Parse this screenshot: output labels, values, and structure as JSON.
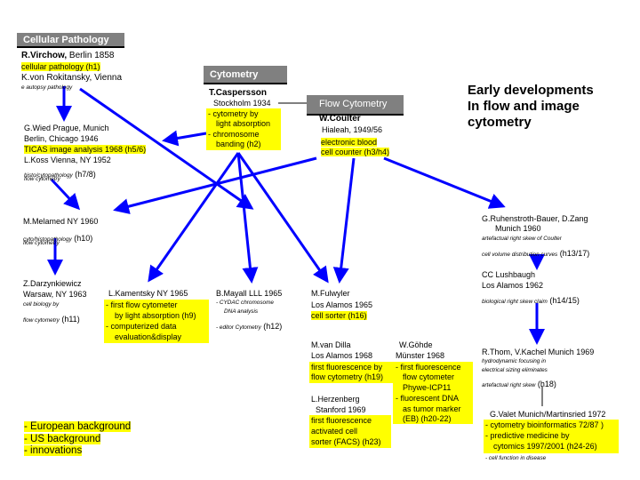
{
  "colors": {
    "arrow_blue": "#0000ff",
    "header_gray": "#808080",
    "highlight": "#ffff00"
  },
  "title": [
    "Early developments",
    "In flow and image",
    "cytometry"
  ],
  "headers": {
    "cellular_pathology": "Cellular Pathology",
    "cytometry": "Cytometry",
    "flow_cytometry": "Flow Cytometry"
  },
  "virchow": {
    "name": "R.Virchow,",
    "place": " Berlin 1858",
    "line2": "cellular pathology (h1)",
    "line3": "K.von Rokitansky, Vienna",
    "line4": "e autopsy pathology"
  },
  "caspersson": {
    "name": "T.Caspersson",
    "place": "Stockholm 1934",
    "b1": "- cytometry by",
    "b2": "light absorption",
    "b3": "- chromosome",
    "b4": "banding (h2)"
  },
  "coulter": {
    "name": "W.Coulter",
    "place": "Hialeah, 1949/56",
    "l1": "electronic blood",
    "l2": "cell counter (h3/h4)"
  },
  "wied": {
    "l1": "G.Wied Prague, Munich",
    "l2": "Berlin, Chicago 1946",
    "l3": "TICAS image analysis 1968 (h5/6)",
    "l4": "L.Koss Vienna, NY 1952",
    "l5a": "histo/cytopathology",
    "l5b": " (h7/8)",
    "l6": "flow cytometry"
  },
  "ruhenstroth": {
    "l1": "G.Ruhenstroth-Bauer, D.Zang",
    "l2": "Munich 1960",
    "l3": "artefactual right skew of Coulter",
    "l4a": "cell volume distribution curves",
    "l4b": " (h13/17)"
  },
  "melamed": {
    "l1": "M.Melamed NY 1960",
    "l2a": "cyto/histopathology",
    "l2b": " (h10)",
    "l3": "flow cytometry"
  },
  "darzynkiewicz": {
    "l1": "Z.Darzynkiewicz",
    "l2": "Warsaw, NY 1963",
    "l3": "cell biology by",
    "l4a": "flow cytometry",
    "l4b": " (h11)"
  },
  "kamentsky": {
    "l1": "L.Kamentsky NY 1965",
    "l2": "- first flow cytometer",
    "l3": "by light absorption (h9)",
    "l4": "- computerized data",
    "l5": "evaluation&display"
  },
  "mayall": {
    "l1": "B.Mayall  LLL 1965",
    "l2": "- CYDAC chromosome",
    "l3": "DNA analysis",
    "l4a": "- editor Cytometry",
    "l4b": " (h12)"
  },
  "fulwyler": {
    "l1": "M.Fulwyler",
    "l2": "Los Alamos 1965",
    "l3": "cell sorter (h16)"
  },
  "lushbaugh": {
    "l1": "CC Lushbaugh",
    "l2": "Los Alamos 1962",
    "l3a": "biological right skew claim",
    "l3b": " (h14/15)"
  },
  "dittrich": {
    "l1": "M.van Dilla",
    "l2": "Los Alamos 1968",
    "l3": "first fluorescence by",
    "l4": "flow cytometry (h19)"
  },
  "goehde": {
    "l1": "W.Göhde",
    "l2": "Münster 1968",
    "l3": "- first fluorescence",
    "l4": "flow cytometer",
    "l5": "Phywe-ICP11",
    "l6": "- fluorescent DNA",
    "l7": "as tumor marker",
    "l8": "(EB) (h20-22)"
  },
  "herzenberg": {
    "l1": "L.Herzenberg",
    "l2": "Stanford 1969",
    "l3": "first fluorescence",
    "l4": "activated cell",
    "l5": "sorter (FACS) (h23)"
  },
  "thom": {
    "l1": "R.Thom, V.Kachel Munich 1969",
    "l2": "hydrodynamic focusing in",
    "l3": "electrical sizing eliminates",
    "l4a": "artefactual right skew",
    "l4b": " (h18)"
  },
  "valet": {
    "l1": "G.Valet  Munich/Martinsried 1972",
    "l2": "- cytometry bioinformatics 72/87 )",
    "l3": "- predictive medicine by",
    "l4": "cytomics  1997/2001 (h24-26)",
    "l5": "- cell function in disease"
  },
  "legend": {
    "l1": "- European background",
    "l2": "- US background",
    "l3": "- innovations"
  }
}
